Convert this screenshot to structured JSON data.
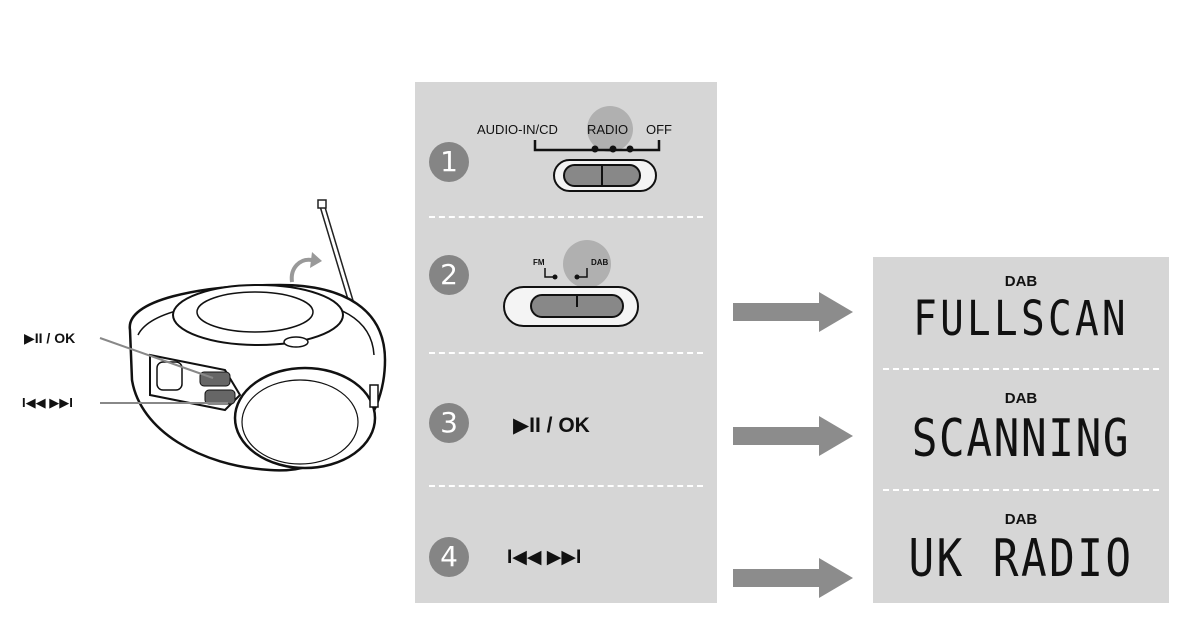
{
  "device": {
    "play_ok_label": "▶II / OK",
    "skip_label": "I◀◀  ▶▶I"
  },
  "steps": [
    {
      "number": "1",
      "switch_labels": [
        "AUDIO-IN/CD",
        "RADIO",
        "OFF"
      ]
    },
    {
      "number": "2",
      "switch_labels": [
        "FM",
        "DAB"
      ]
    },
    {
      "number": "3",
      "caption": "▶II / OK"
    },
    {
      "number": "4",
      "caption": "I◀◀  ▶▶I"
    }
  ],
  "displays": [
    {
      "mode": "DAB",
      "text": "FULLSCAN"
    },
    {
      "mode": "DAB",
      "text": "SCANNING"
    },
    {
      "mode": "DAB",
      "text": "UK RADIO"
    }
  ],
  "colors": {
    "panel": "#d6d6d6",
    "step_circle": "#858585",
    "arrow": "#8c8c8c",
    "highlight": "#b0b0b0"
  }
}
